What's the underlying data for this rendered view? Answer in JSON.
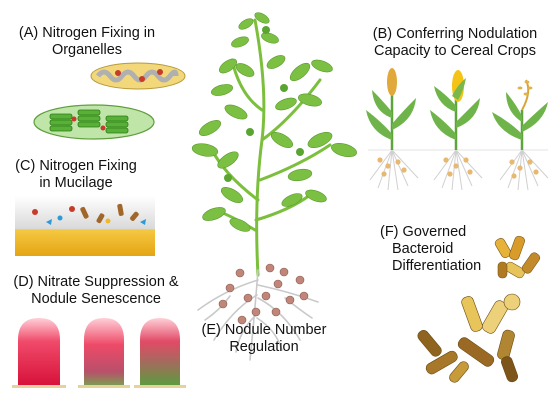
{
  "labels": {
    "a": {
      "line1": "(A) Nitrogen Fixing in",
      "line2": "Organelles"
    },
    "b": {
      "line1": "(B) Conferring Nodulation",
      "line2": "Capacity to Cereal Crops"
    },
    "c": {
      "line1": "(C) Nitrogen Fixing",
      "line2": "in Mucilage"
    },
    "d": {
      "line1": "(D) Nitrate Suppression &",
      "line2": "Nodule Senescence"
    },
    "e": {
      "line1": "(E) Nodule Number",
      "line2": "Regulation"
    },
    "f": {
      "line1": "(F) Governed",
      "line2": "Bacteroid",
      "line3": "Differentiation"
    }
  },
  "colors": {
    "leaf": "#7cc043",
    "leaf_dark": "#4f8f2a",
    "root": "#c9c9c9",
    "nodule": "#c0867a",
    "chloroplast": "#9fd488",
    "mito": "#f2d87a",
    "mucilage": "#f0b82a",
    "bacteroid_yellow": "#e6b23a",
    "bacteroid_brown": "#9a6a25"
  }
}
